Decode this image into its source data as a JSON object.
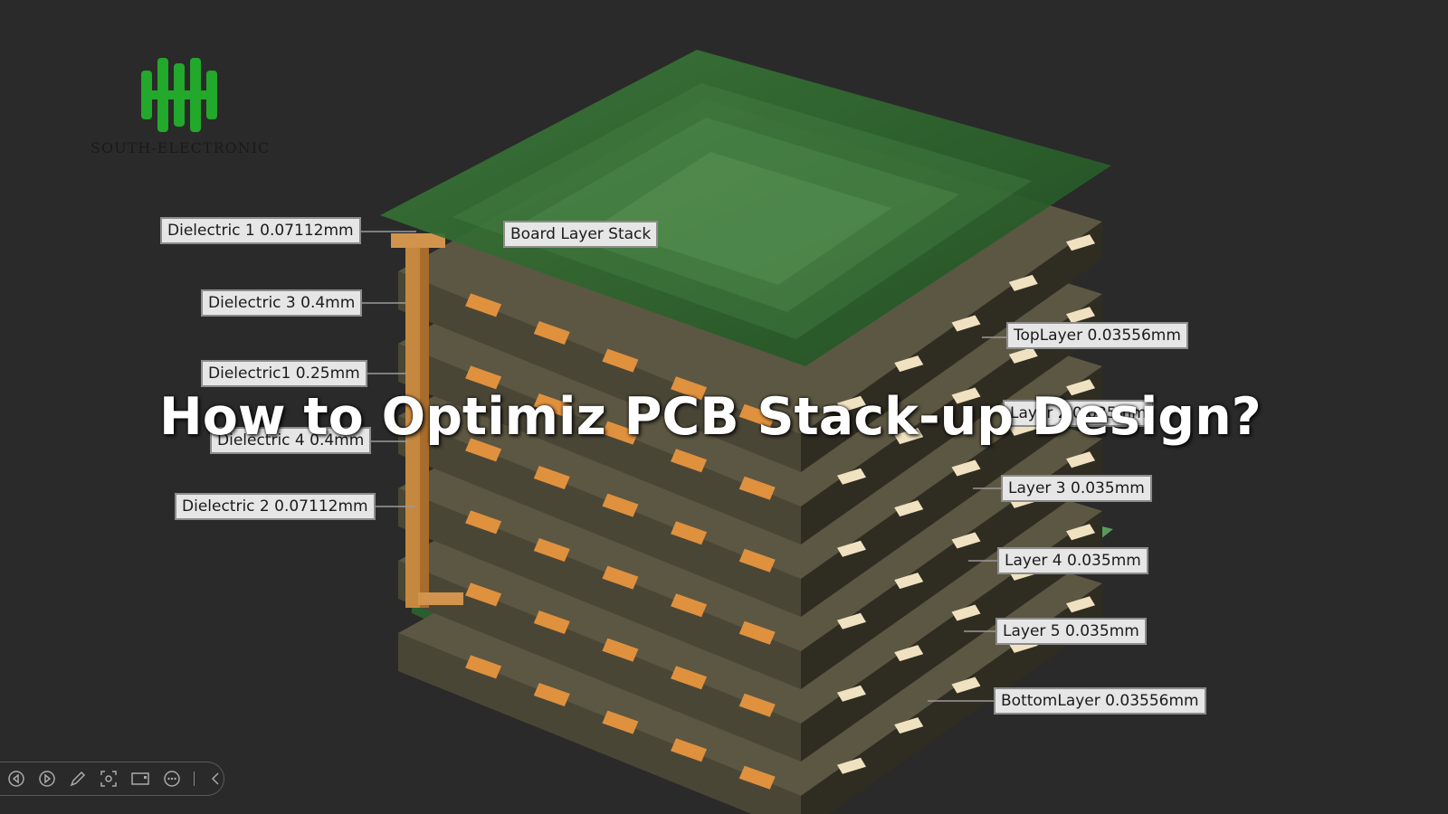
{
  "logo": {
    "text": "SOUTH-ELECTRONIC",
    "color": "#22a82a"
  },
  "headline": "How to Optimiz PCB Stack-up Design?",
  "stack_label": "Board Layer Stack",
  "left_labels": [
    "Dielectric 1 0.07112mm",
    "Dielectric 3 0.4mm",
    "Dielectric1 0.25mm",
    "Dielectric 4 0.4mm",
    "Dielectric 2 0.07112mm"
  ],
  "right_labels": [
    "TopLayer 0.03556mm",
    "Layer 2 0.035mm",
    "Layer 3 0.035mm",
    "Layer 4 0.035mm",
    "Layer 5 0.035mm",
    "BottomLayer 0.03556mm"
  ],
  "toolbar": {
    "icons": [
      "prev-icon",
      "next-icon",
      "pen-icon",
      "screenshot-icon",
      "camera-icon",
      "more-icon",
      "collapse-icon"
    ]
  },
  "colors": {
    "background": "#2a2a2a",
    "board_green": "#2f6b2f",
    "core": "#4a4636",
    "copper_pad": "#e0913e",
    "via": "#c98a45"
  }
}
